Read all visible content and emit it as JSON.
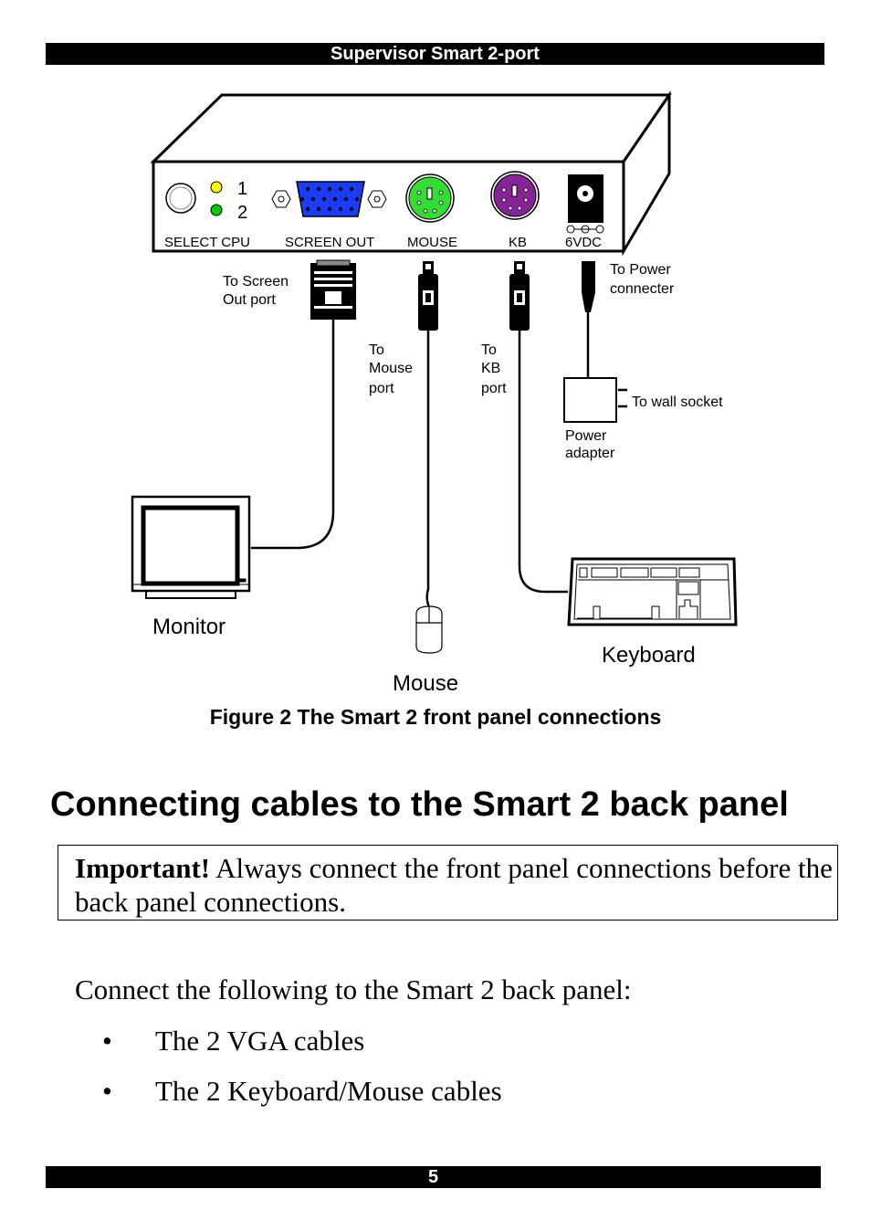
{
  "header": {
    "title": "Supervisor Smart 2-port"
  },
  "figure": {
    "panel_labels": {
      "select_cpu": "SELECT CPU",
      "screen_out": "SCREEN OUT",
      "mouse": "MOUSE",
      "kb": "KB",
      "power": "6VDC",
      "led1": "1",
      "led2": "2"
    },
    "callouts": {
      "screen_1": "To  Screen",
      "screen_2": "Out port",
      "mouse_1": "To",
      "mouse_2": "Mouse",
      "mouse_3": "port",
      "kb_1": "To",
      "kb_2": "KB",
      "kb_3": "port",
      "power_1": "To Power",
      "power_2": "connecter",
      "wall": "To wall socket",
      "adapter_1": "Power",
      "adapter_2": "adapter"
    },
    "devices": {
      "monitor": "Monitor",
      "mouse": "Mouse",
      "keyboard": "Keyboard"
    },
    "colors": {
      "led1": "#ffff00",
      "led2": "#00cc00",
      "vga": "#1a3cff",
      "mouse_port": "#33dd33",
      "kb_port": "#882299"
    },
    "caption": "Figure 2 The Smart 2 front panel connections"
  },
  "section": {
    "heading": "Connecting cables to the Smart 2 back panel",
    "important_label": "Important!",
    "important_text": " Always connect the front panel connections before the back panel connections.",
    "intro": "Connect the following to the Smart 2 back panel:",
    "bullets": [
      "The 2 VGA cables",
      "The 2 Keyboard/Mouse cables"
    ]
  },
  "footer": {
    "page_number": "5"
  }
}
